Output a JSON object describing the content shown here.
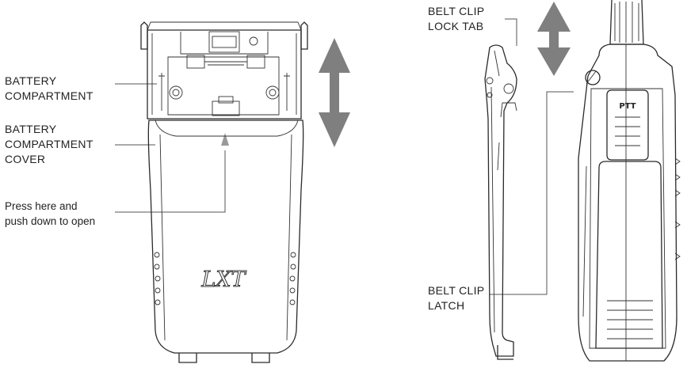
{
  "labels": {
    "battery_compartment": [
      "BATTERY",
      "COMPARTMENT"
    ],
    "battery_compartment_cover": [
      "BATTERY",
      "COMPARTMENT",
      "COVER"
    ],
    "press_here": [
      "Press here and",
      "push down to open"
    ],
    "belt_clip_lock_tab": [
      "BELT CLIP",
      "LOCK TAB"
    ],
    "belt_clip_latch": [
      "BELT CLIP",
      "LATCH"
    ]
  },
  "device_text": {
    "logo": "LXT",
    "ptt": "PTT"
  },
  "colors": {
    "arrow": "#7f7f7f",
    "line": "#2a2a2a",
    "background": "#ffffff"
  }
}
